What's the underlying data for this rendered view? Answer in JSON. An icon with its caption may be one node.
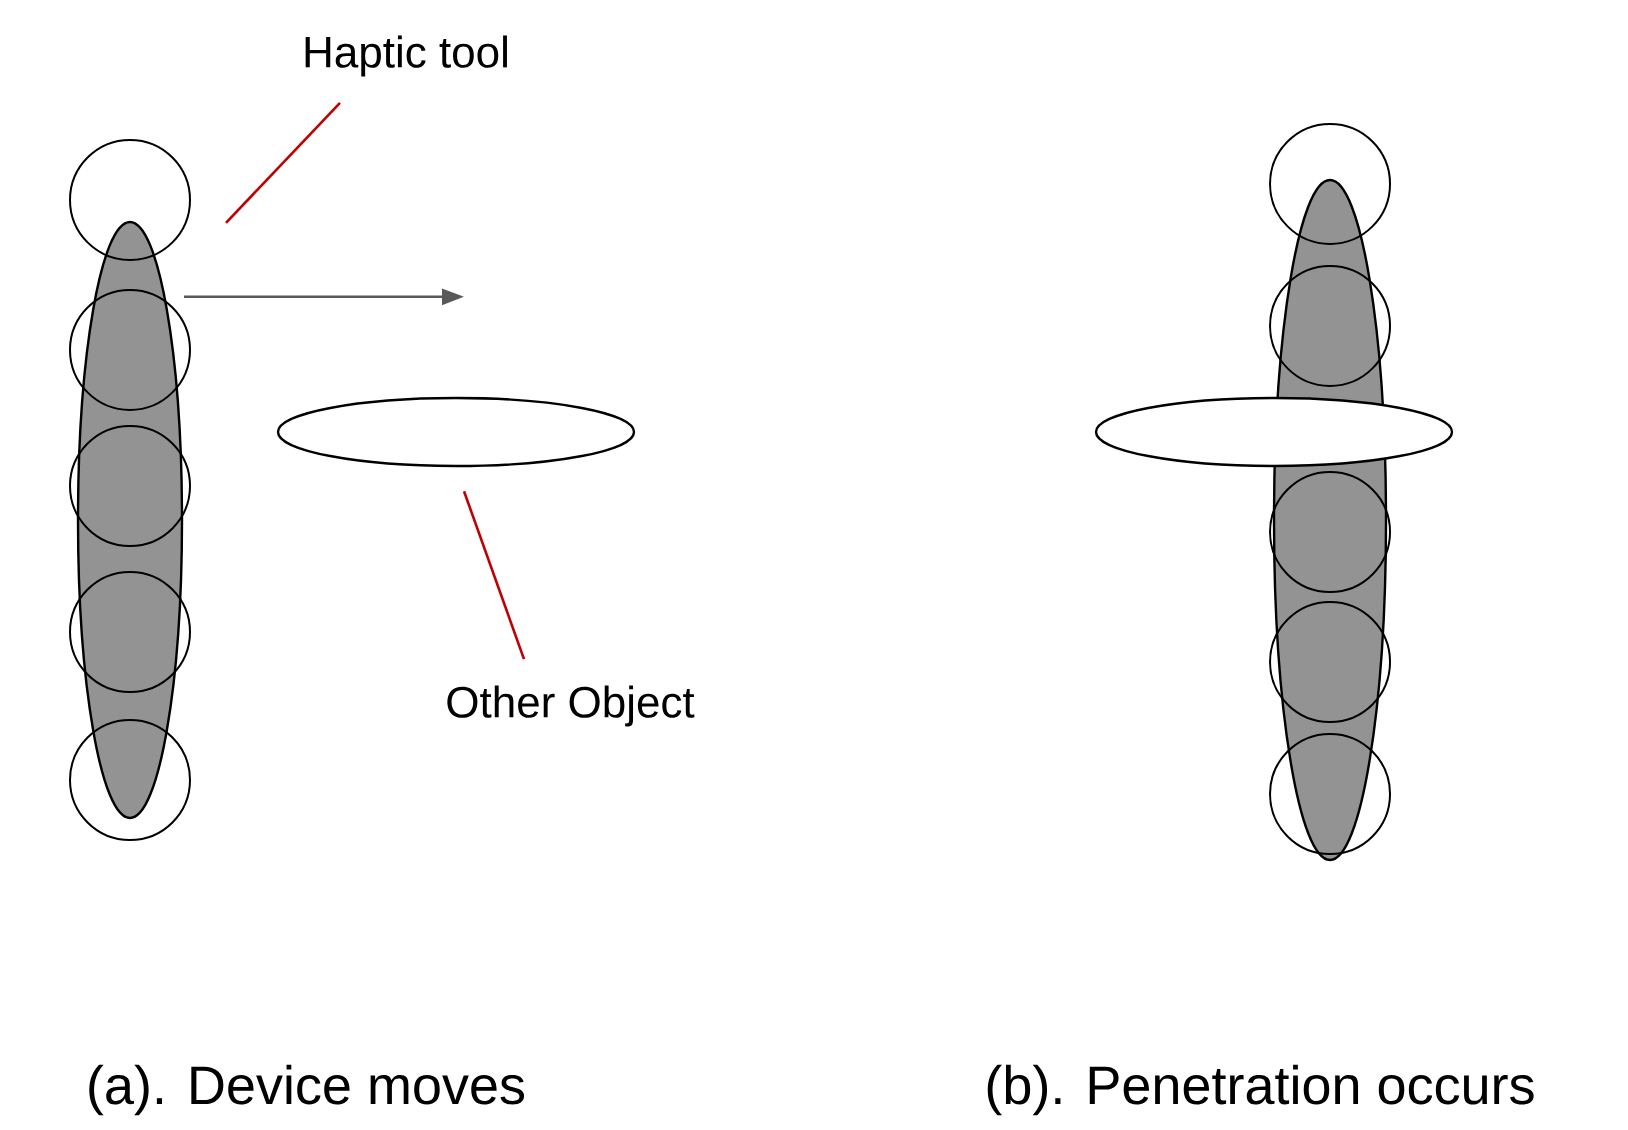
{
  "diagram": {
    "nodes": [
      {
        "text": [
          "Haptic tool"
        ]
      },
      {
        "text": [],
        "shape": "ellipse"
      },
      {
        "text": [],
        "shape": "ellipse"
      },
      {
        "text": [
          "Other Object"
        ]
      },
      {
        "text": [],
        "shape": "ellipse"
      },
      {
        "text": [],
        "shape": "ellipse"
      }
    ],
    "edges": [
      {
        "from": 0,
        "to": 1,
        "arrow": "none",
        "color": "#c00000"
      },
      {
        "from": 3,
        "to": 2,
        "arrow": "none",
        "color": "#c00000"
      },
      {
        "from": 1,
        "to": null,
        "arrow": "to",
        "color": "#595959"
      }
    ],
    "labels": [
      "(a). Device moves",
      "(b). Penetration occurs"
    ]
  }
}
